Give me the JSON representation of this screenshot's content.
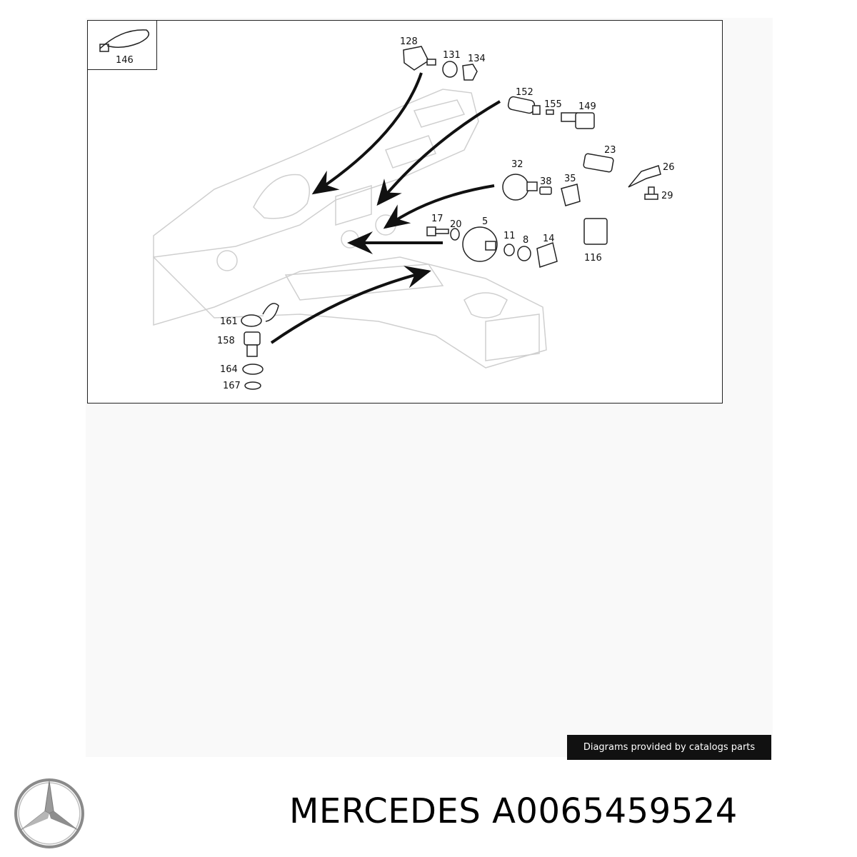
{
  "diagram": {
    "inset_label": "146",
    "labels": {
      "p128": "128",
      "p131": "131",
      "p134": "134",
      "p152": "152",
      "p155": "155",
      "p149": "149",
      "p23": "23",
      "p26": "26",
      "p29": "29",
      "p32": "32",
      "p38": "38",
      "p35": "35",
      "p17": "17",
      "p20": "20",
      "p5": "5",
      "p11": "11",
      "p8": "8",
      "p14": "14",
      "p116": "116",
      "p161": "161",
      "p158": "158",
      "p164": "164",
      "p167": "167"
    }
  },
  "credit": "Diagrams provided by catalogs parts",
  "brand": "MERCEDES",
  "part_number": "A0065459524",
  "logo": {
    "icon": "mercedes-star-icon",
    "color": "#8a8a8a"
  }
}
